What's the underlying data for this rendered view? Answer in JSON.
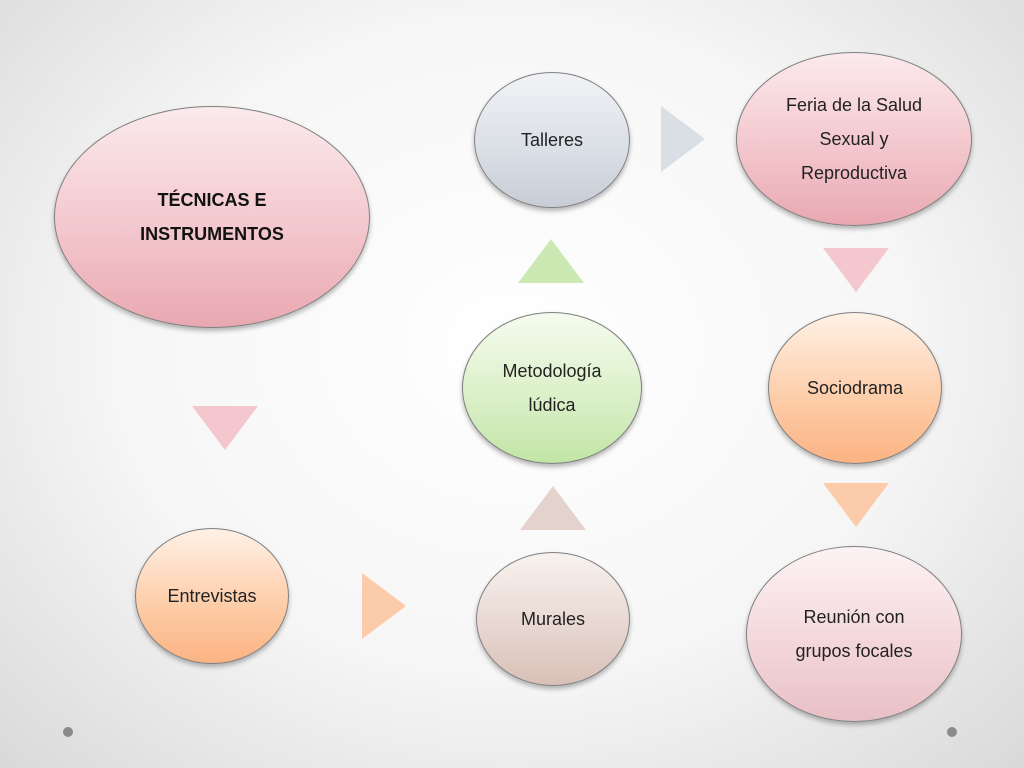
{
  "diagram": {
    "nodes": [
      {
        "id": "tecnicas",
        "lines": [
          "TÉCNICAS E",
          "INSTRUMENTOS"
        ]
      },
      {
        "id": "talleres",
        "lines": [
          "Talleres"
        ]
      },
      {
        "id": "feria",
        "lines": [
          "Feria de la Salud",
          "Sexual y",
          "Reproductiva"
        ]
      },
      {
        "id": "metodologia",
        "lines": [
          "Metodología",
          "lúdica"
        ]
      },
      {
        "id": "sociodrama",
        "lines": [
          "Sociodrama"
        ]
      },
      {
        "id": "entrevistas",
        "lines": [
          "Entrevistas"
        ]
      },
      {
        "id": "murales",
        "lines": [
          "Murales"
        ]
      },
      {
        "id": "reunion",
        "lines": [
          "Reunión con",
          "grupos focales"
        ]
      }
    ],
    "connections": [
      {
        "from": "tecnicas",
        "to": "entrevistas",
        "direction": "down",
        "color": "#f2c4ca"
      },
      {
        "from": "entrevistas",
        "to": "murales",
        "direction": "right",
        "color": "#fcc8a4"
      },
      {
        "from": "murales",
        "to": "metodologia",
        "direction": "up",
        "color": "#e3d1ca"
      },
      {
        "from": "metodologia",
        "to": "talleres",
        "direction": "up",
        "color": "#c9e8b0"
      },
      {
        "from": "talleres",
        "to": "feria",
        "direction": "right",
        "color": "#d7dde4"
      },
      {
        "from": "feria",
        "to": "sociodrama",
        "direction": "down",
        "color": "#f2c4ca"
      },
      {
        "from": "sociodrama",
        "to": "reunion",
        "direction": "down",
        "color": "#fcc8a4"
      }
    ]
  }
}
